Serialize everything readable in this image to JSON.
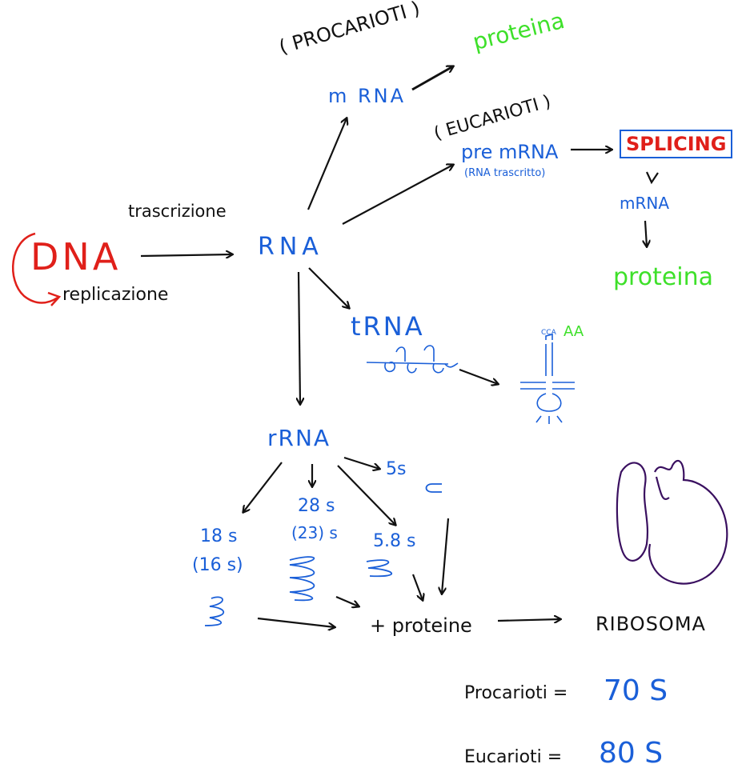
{
  "nodes": {
    "dna": "DNA",
    "replicazione": "replicazione",
    "trascrizione": "trascrizione",
    "rna": "RNA",
    "procarioti_header": "( PROCARIOTI )",
    "mrna": "m RNA",
    "proteina_top": "proteina",
    "eucarioti_header": "( EUCARIOTI )",
    "premrna": "pre mRNA",
    "rna_trascritto": "(RNA trascritto)",
    "splicing": "SPLICING",
    "mrna_euk": "mRNA",
    "proteina_right": "proteina",
    "trna": "tRNA",
    "cca": "CCA",
    "aa": "AA",
    "rrna": "rRNA",
    "s5": "5s",
    "s28": "28 s",
    "s23": "(23) s",
    "s58": "5.8 s",
    "s18": "18 s",
    "s16": "(16 s)",
    "proteine": "+ proteine",
    "ribosoma": "RIBOSOMA"
  },
  "footer": {
    "procarioti_label": "Procarioti =",
    "procarioti_value": "70 S",
    "eucarioti_label": "Eucarioti =",
    "eucarioti_value": "80 S"
  },
  "colors": {
    "black": "#111111",
    "blue": "#1a5fd8",
    "red": "#e0201a",
    "green": "#3ee02a",
    "purple": "#3a1060"
  }
}
